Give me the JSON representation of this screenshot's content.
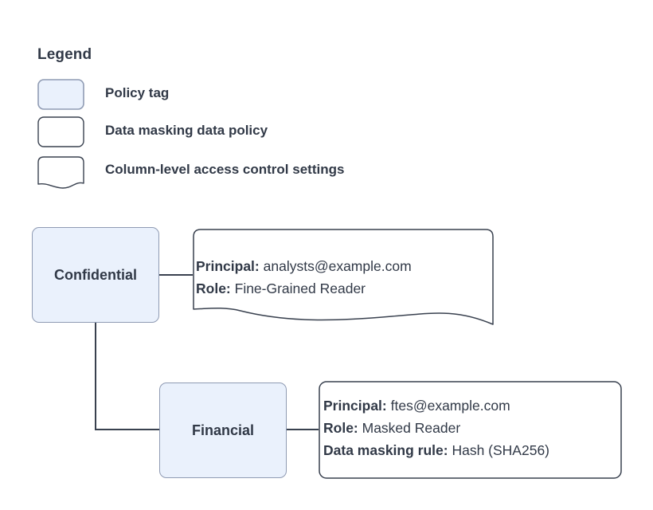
{
  "legend": {
    "title": "Legend",
    "items": [
      {
        "label": "Policy tag",
        "swatch": "filled-rounded-rect",
        "fill": "#eaf1fc",
        "stroke": "#8f9bb3"
      },
      {
        "label": "Data masking data policy",
        "swatch": "outlined-rounded-rect",
        "fill": "#ffffff",
        "stroke": "#39414f"
      },
      {
        "label": "Column-level access control settings",
        "swatch": "wavy-bottom-rect",
        "fill": "#ffffff",
        "stroke": "#39414f"
      }
    ]
  },
  "nodes": [
    {
      "id": "confidential",
      "label": "Confidential"
    },
    {
      "id": "financial",
      "label": "Financial"
    }
  ],
  "callouts": [
    {
      "id": "confidential",
      "shape": "wavy-bottom-rect",
      "lines": [
        {
          "key": "Principal:",
          "value": "analysts@example.com"
        },
        {
          "key": "Role:",
          "value": "Fine-Grained Reader"
        }
      ]
    },
    {
      "id": "financial",
      "shape": "rounded-rect",
      "lines": [
        {
          "key": "Principal:",
          "value": "ftes@example.com"
        },
        {
          "key": "Role:",
          "value": "Masked Reader"
        },
        {
          "key": "Data masking rule:",
          "value": "Hash (SHA256)"
        }
      ]
    }
  ],
  "connectors": [
    {
      "from": "confidential",
      "to": "callout-confidential"
    },
    {
      "from": "confidential",
      "to": "financial"
    },
    {
      "from": "financial",
      "to": "callout-financial"
    }
  ],
  "colors": {
    "node_fill": "#eaf1fc",
    "node_stroke": "#8f9bb3",
    "callout_stroke": "#39414f",
    "text": "#313947",
    "background": "#ffffff"
  }
}
